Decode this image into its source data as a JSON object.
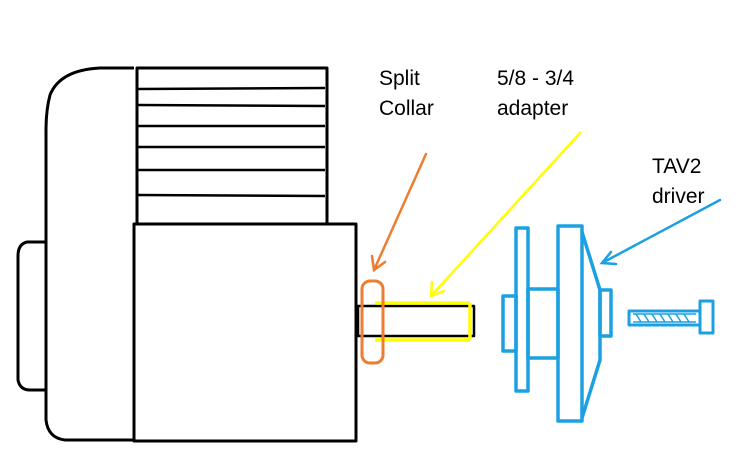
{
  "labels": {
    "split_collar": {
      "line1": "Split",
      "line2": "Collar"
    },
    "adapter": {
      "line1": "5/8 - 3/4",
      "line2": "adapter"
    },
    "driver": {
      "line1": "TAV2",
      "line2": "driver"
    }
  },
  "colors": {
    "motor": "#000000",
    "split_collar": "#ed7d31",
    "adapter": "#ffff00",
    "driver": "#1ba1e2",
    "label_text": "#000000",
    "background": "#ffffff"
  }
}
